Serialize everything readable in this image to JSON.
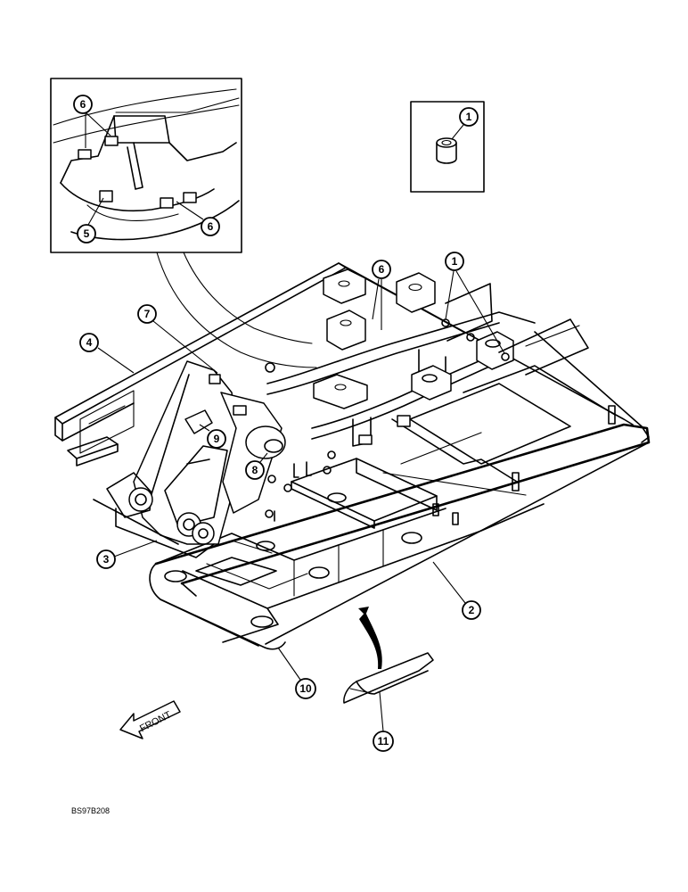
{
  "callouts": {
    "c1_inset": "1",
    "c1_main": "1",
    "c2": "2",
    "c3": "3",
    "c4": "4",
    "c5": "5",
    "c6_inset_top": "6",
    "c6_inset_bottom": "6",
    "c6_main": "6",
    "c7": "7",
    "c8": "8",
    "c9": "9",
    "c10": "10",
    "c11": "11"
  },
  "front_label": "FRONT",
  "drawing_ref": "BS97B208"
}
